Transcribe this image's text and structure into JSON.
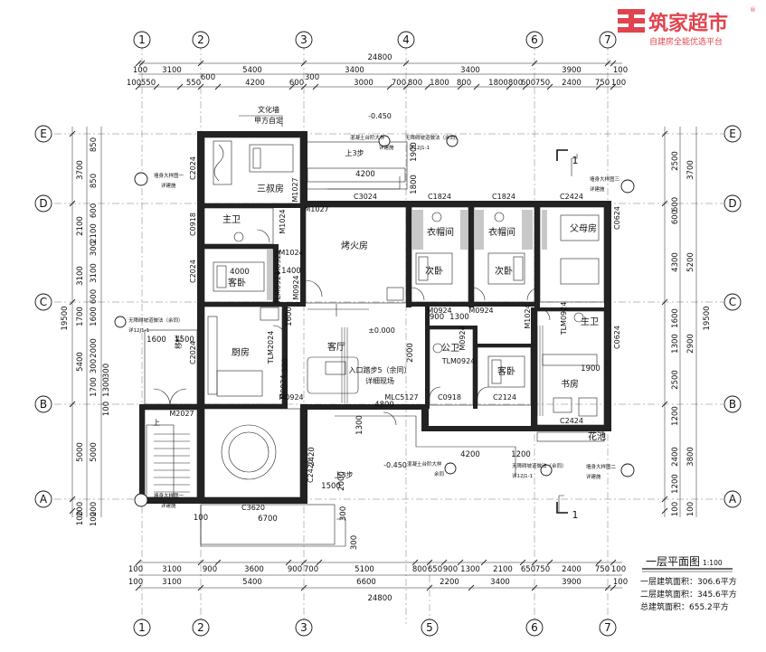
{
  "brand": {
    "name": "筑家超市",
    "slogan": "自建房全能优选平台",
    "registered": "®",
    "color": "#e0444e"
  },
  "axes": {
    "columns": [
      "1",
      "2",
      "3",
      "4",
      "5",
      "6",
      "7"
    ],
    "rows": [
      "E",
      "D",
      "C",
      "B",
      "A"
    ]
  },
  "dims": {
    "top_total": "24800",
    "top_row1": [
      "100",
      "3100",
      "5400",
      "3400",
      "3400",
      "3900",
      "100"
    ],
    "top_row2": [
      "100",
      "550",
      "550",
      "600",
      "4200",
      "600",
      "300",
      "3000",
      "700",
      "800",
      "1800",
      "800",
      "1800",
      "800",
      "600",
      "750",
      "2400",
      "750",
      "100"
    ],
    "bottom_row1": [
      "100",
      "3100",
      "900",
      "3600",
      "900",
      "700",
      "5100",
      "800",
      "650",
      "900",
      "1300",
      "2100",
      "650",
      "750",
      "2400",
      "750",
      "100"
    ],
    "bottom_row2": [
      "100",
      "3100",
      "5400",
      "6600",
      "2200",
      "3400",
      "3900",
      "100"
    ],
    "bottom_total": "24800",
    "left_total": "19500",
    "left_row1": [
      "3700",
      "2100",
      "3100",
      "1700",
      "5400",
      "5000",
      "200",
      "100"
    ],
    "left_row2": [
      "850",
      "850",
      "600",
      "2100",
      "300",
      "3100",
      "600",
      "1600",
      "2000",
      "300",
      "1700",
      "1300",
      "300",
      "100",
      "5000",
      "200",
      "100"
    ],
    "right_total": "19500",
    "right_row1": [
      "3700",
      "5200",
      "2900",
      "3800",
      "100"
    ],
    "right_row2": [
      "2500",
      "600",
      "600",
      "4300",
      "1600",
      "1300",
      "2500",
      "1200",
      "2400",
      "1200",
      "100"
    ],
    "inner": [
      "4200",
      "4000",
      "1400",
      "1600",
      "1500",
      "900",
      "1300",
      "4800",
      "1900",
      "4200",
      "1200",
      "6700",
      "2420",
      "1500",
      "300",
      "1300",
      "2000",
      "300",
      "1600",
      "300",
      "2000",
      "1800",
      "1900",
      "100"
    ]
  },
  "rooms": [
    {
      "name": "三叔房"
    },
    {
      "name": "主卫"
    },
    {
      "name": "客卧"
    },
    {
      "name": "厨房"
    },
    {
      "name": "烤火房"
    },
    {
      "name": "客厅"
    },
    {
      "name": "衣帽间"
    },
    {
      "name": "衣帽间"
    },
    {
      "name": "次卧"
    },
    {
      "name": "次卧"
    },
    {
      "name": "父母房"
    },
    {
      "name": "主卫"
    },
    {
      "name": "书房"
    },
    {
      "name": "公卫"
    },
    {
      "name": "客卧"
    },
    {
      "name": "花池"
    }
  ],
  "labels": {
    "m2027": "M2027",
    "c3620": "C3620",
    "c3024": "C3024",
    "c1824a": "C1824",
    "c1824b": "C1824",
    "c2424": "C2424",
    "c0624a": "C0624",
    "c0624b": "C0624",
    "c0918a": "C0918",
    "c0918b": "C0918",
    "c2024a": "C2024",
    "c2024b": "C2024",
    "c2024c": "C2024",
    "c2124": "C2124",
    "c2420": "C2420",
    "c2424b": "C2424",
    "m1027a": "M1027",
    "m1027b": "M1027",
    "m1024a": "M1024",
    "m1024b": "M1024",
    "m1024c": "M1024",
    "m0924a": "M0924",
    "m0924b": "M0924",
    "m0924c": "M0924",
    "m0924d": "M0924",
    "m0924e": "M0924",
    "m0924f": "M0924",
    "m0924g": "M0924",
    "tlm0924a": "TLM0924",
    "tlm0924b": "TLM0924",
    "tlm0924c": "TLM0924",
    "tlm2024": "TLM2024",
    "mlc5127": "MLC5127",
    "level0": "±0.000",
    "level_a": "-0.450",
    "level_b": "-0.450",
    "step1": "上3步",
    "step2": "上3步",
    "step3": "上",
    "baking": "烤火房",
    "wenhua": "文化墙",
    "wenhua2": "甲方自定",
    "entry": "入口踏步5（余同）",
    "entry2": "详细现场",
    "bed_tag": "移栏",
    "section1": "1",
    "section2": "1",
    "note_a1": "墙身大样图一",
    "note_a2": "详建施",
    "note_b1": "墙身大样图三",
    "note_b2": "详建施",
    "note_c1": "墙身大样图一",
    "note_c2": "详建施",
    "note_d1": "墙身大样图二",
    "note_d2": "详建施",
    "note_e1": "混凝土台阶大样",
    "note_e2": "详建施",
    "note_f1": "无障碍坡道做法（余同）",
    "note_f2": "详12J1-1",
    "note_g1": "混凝土台阶大样",
    "note_g2": "余同",
    "note_h1": "无障碍坡道做法（余同）",
    "note_h2": "详12J1-1",
    "note_i1": "无障碍坡道做法（余同）",
    "note_i2": "详12J1-1"
  },
  "title_block": {
    "title": "一层平面图",
    "scale": "1:100",
    "area1": "一层建筑面积：306.6平方",
    "area2": "二层建筑面积：345.6平方",
    "area3": "总建筑面积：655.2平方"
  }
}
